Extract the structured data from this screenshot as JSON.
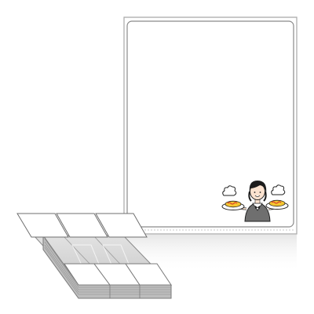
{
  "product": {
    "illustration": "label-sheet-product-image",
    "label_sheet": {
      "shape": "rounded-rectangle",
      "labels_per_sheet": 1,
      "has_perforation_strip": true
    },
    "fanfold_stack": {
      "labels_per_row": 3,
      "shape": "rectangle"
    },
    "sample_print": {
      "icon": "waiter-with-omelette-plates-icon"
    }
  },
  "colors": {
    "background": "#ffffff",
    "sheet_border": "#9a9a9a",
    "label_border": "#8a8a8a",
    "fold_shade": "#d4d4d4",
    "stack_shade": "#bdbdbd",
    "omelette": "#f4c531",
    "ketchup": "#d93a2a",
    "hair": "#1c1c1c",
    "skin": "#fbe2cf",
    "vest": "#6f6f6f"
  }
}
